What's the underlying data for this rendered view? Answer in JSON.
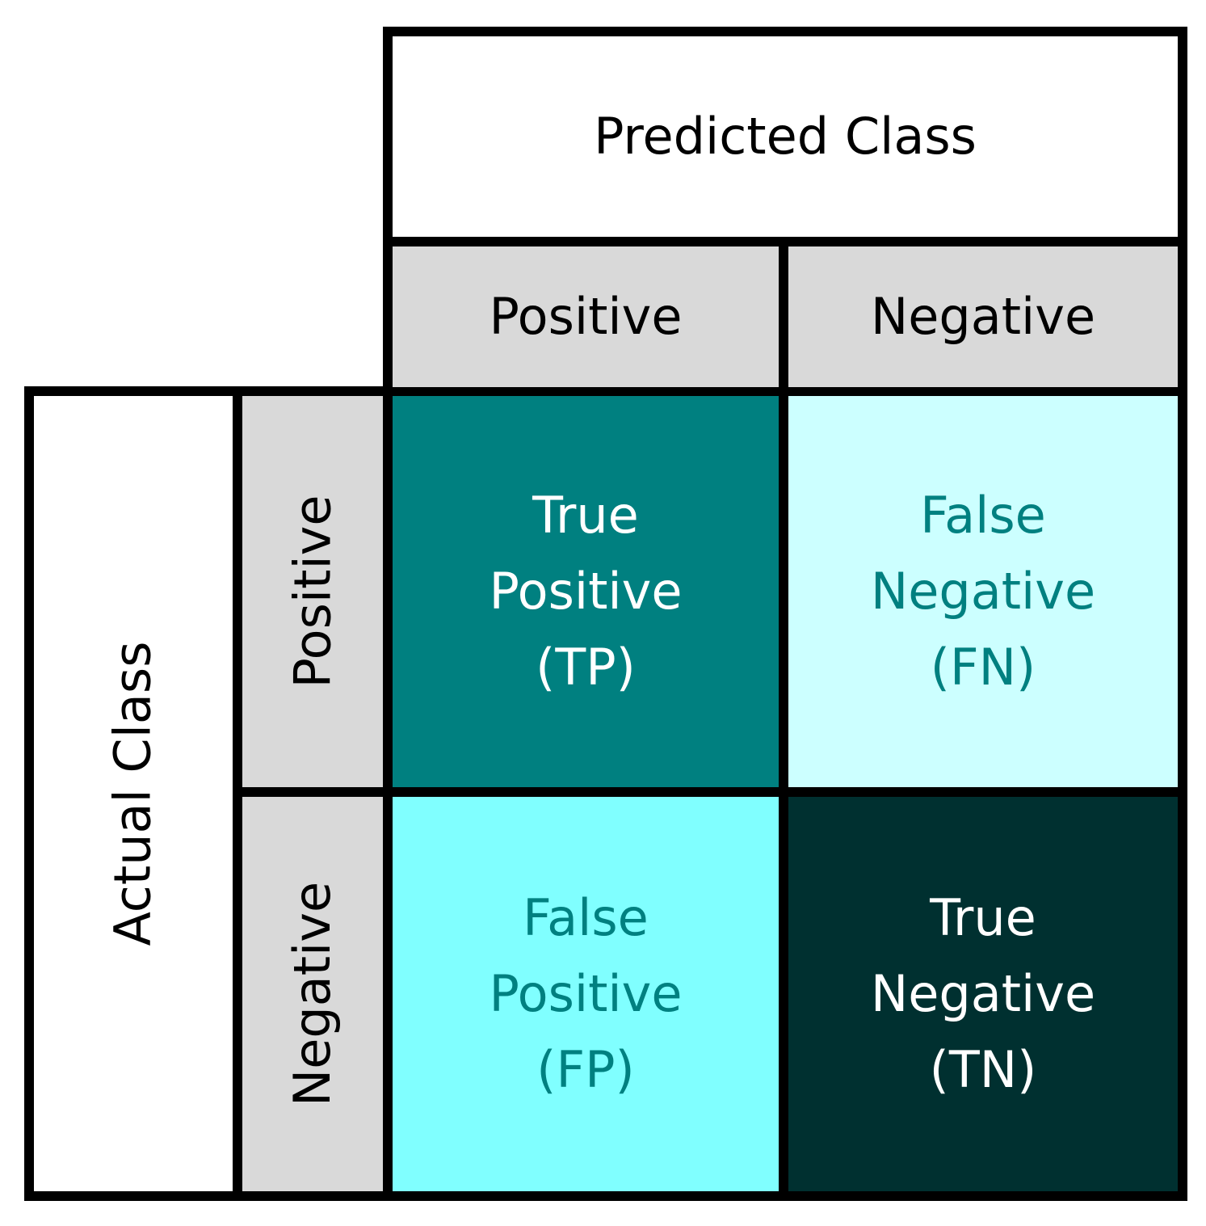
{
  "predicted_header": "Predicted Class",
  "actual_header": "Actual Class",
  "predicted_labels": [
    "Positive",
    "Negative"
  ],
  "actual_labels": [
    "Positive",
    "Negative"
  ],
  "label_background": "#d9d9d9",
  "cells": {
    "tp": {
      "line1": "True",
      "line2": "Positive",
      "line3": "(TP)",
      "background": "#008080",
      "text_color": "#ffffff"
    },
    "fn": {
      "line1": "False",
      "line2": "Negative",
      "line3": "(FN)",
      "background": "#ccffff",
      "text_color": "#008080"
    },
    "fp": {
      "line1": "False",
      "line2": "Positive",
      "line3": "(FP)",
      "background": "#80ffff",
      "text_color": "#008080"
    },
    "tn": {
      "line1": "True",
      "line2": "Negative",
      "line3": "(TN)",
      "background": "#003030",
      "text_color": "#ffffff"
    }
  }
}
